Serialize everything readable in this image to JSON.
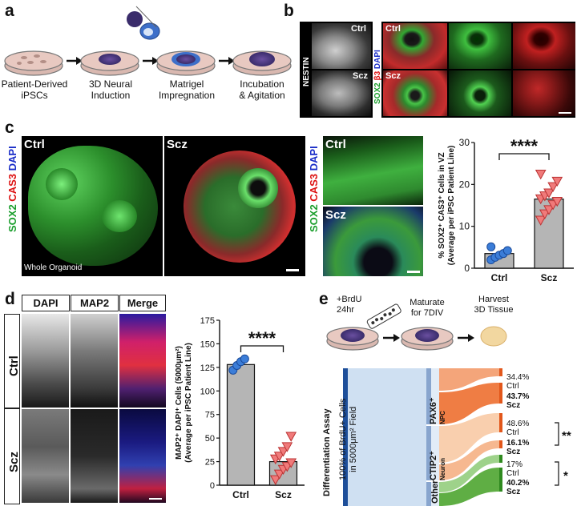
{
  "panels": {
    "a": {
      "letter": "a",
      "steps": [
        {
          "line1": "Patient-Derived",
          "line2": "iPSCs"
        },
        {
          "line1": "3D Neural",
          "line2": "Induction"
        },
        {
          "line1": "Matrigel",
          "line2": "Impregnation"
        },
        {
          "line1": "Incubation",
          "line2": "& Agitation"
        }
      ]
    },
    "b": {
      "letter": "b",
      "nestin_label": "NESTIN",
      "stain_sox2": "SOX2",
      "stain_b3": "β3",
      "stain_dapi": "DAPI",
      "ctrl": "Ctrl",
      "scz": "Scz"
    },
    "c": {
      "letter": "c",
      "stain_sox2": "SOX2",
      "stain_cas3": "CAS3",
      "stain_dapi": "DAPI",
      "ctrl": "Ctrl",
      "scz": "Scz",
      "whole_organoid": "Whole Organoid"
    },
    "d": {
      "letter": "d",
      "col_dapi": "DAPI",
      "col_map2": "MAP2",
      "col_merge": "Merge",
      "row_ctrl": "Ctrl",
      "row_scz": "Scz"
    },
    "e": {
      "letter": "e",
      "step1_l1": "+BrdU",
      "step1_l2": "24hr",
      "step2_l1": "Maturate",
      "step2_l2": "for 7DIV",
      "step3_l1": "Harvest",
      "step3_l2": "3D Tissue",
      "assay_label": "Differentiation Assay",
      "source_l1": "100% of BrdU+ Cells",
      "source_l2": "in 5000μm² Field",
      "cat_pax6": "PAX6⁺",
      "cat_pax6_sub": "NPC",
      "cat_ctip2": "CTIP2⁺",
      "cat_ctip2_sub": "Neuron",
      "cat_other": "Other",
      "sig_neuron": "**",
      "sig_other": "*",
      "outputs": [
        {
          "pct": "34.4%",
          "group": "Ctrl",
          "bold": false
        },
        {
          "pct": "43.7%",
          "group": "Scz",
          "bold": true
        },
        {
          "pct": "48.6%",
          "group": "Ctrl",
          "bold": false
        },
        {
          "pct": "16.1%",
          "group": "Scz",
          "bold": true
        },
        {
          "pct": "17%",
          "group": "Ctrl",
          "bold": false
        },
        {
          "pct": "40.2%",
          "group": "Scz",
          "bold": true
        }
      ]
    }
  },
  "chart_data": [
    {
      "type": "bar",
      "panel": "c",
      "categories": [
        "Ctrl",
        "Scz"
      ],
      "values": [
        3.5,
        16.5
      ],
      "points": {
        "Ctrl": [
          2.0,
          2.6,
          3.1,
          3.5,
          4.2,
          5.1
        ],
        "Scz": [
          11.5,
          13.0,
          14.0,
          15.2,
          16.0,
          16.6,
          17.3,
          18.0,
          19.5,
          20.8,
          22.5
        ]
      },
      "ylabel_line1": "% SOX2⁺ CAS3⁺ Cells in VZ",
      "ylabel_line2": "(Average per iPSC Patient Line)",
      "ylim": [
        0,
        30
      ],
      "yticks": [
        "0",
        "10",
        "20",
        "30"
      ],
      "significance": "****",
      "colors": {
        "Ctrl": "#3b7dd8",
        "Scz": "#f07a7a",
        "bar": "#b5b5b5"
      }
    },
    {
      "type": "bar",
      "panel": "d",
      "categories": [
        "Ctrl",
        "Scz"
      ],
      "values": [
        128,
        25
      ],
      "points": {
        "Ctrl": [
          122,
          127,
          131,
          134
        ],
        "Scz": [
          6,
          12,
          17,
          20,
          24,
          28,
          31,
          36,
          41,
          52
        ]
      },
      "ylabel_line1": "MAP2⁺ DAPI⁺ Cells (5000μm²)",
      "ylabel_line2": "(Average per iPSC Patient Line)",
      "ylim": [
        0,
        175
      ],
      "yticks": [
        "0",
        "25",
        "50",
        "75",
        "100",
        "125",
        "150",
        "175"
      ],
      "significance": "****",
      "colors": {
        "Ctrl": "#3b7dd8",
        "Scz": "#f07a7a",
        "bar": "#b5b5b5"
      }
    }
  ]
}
